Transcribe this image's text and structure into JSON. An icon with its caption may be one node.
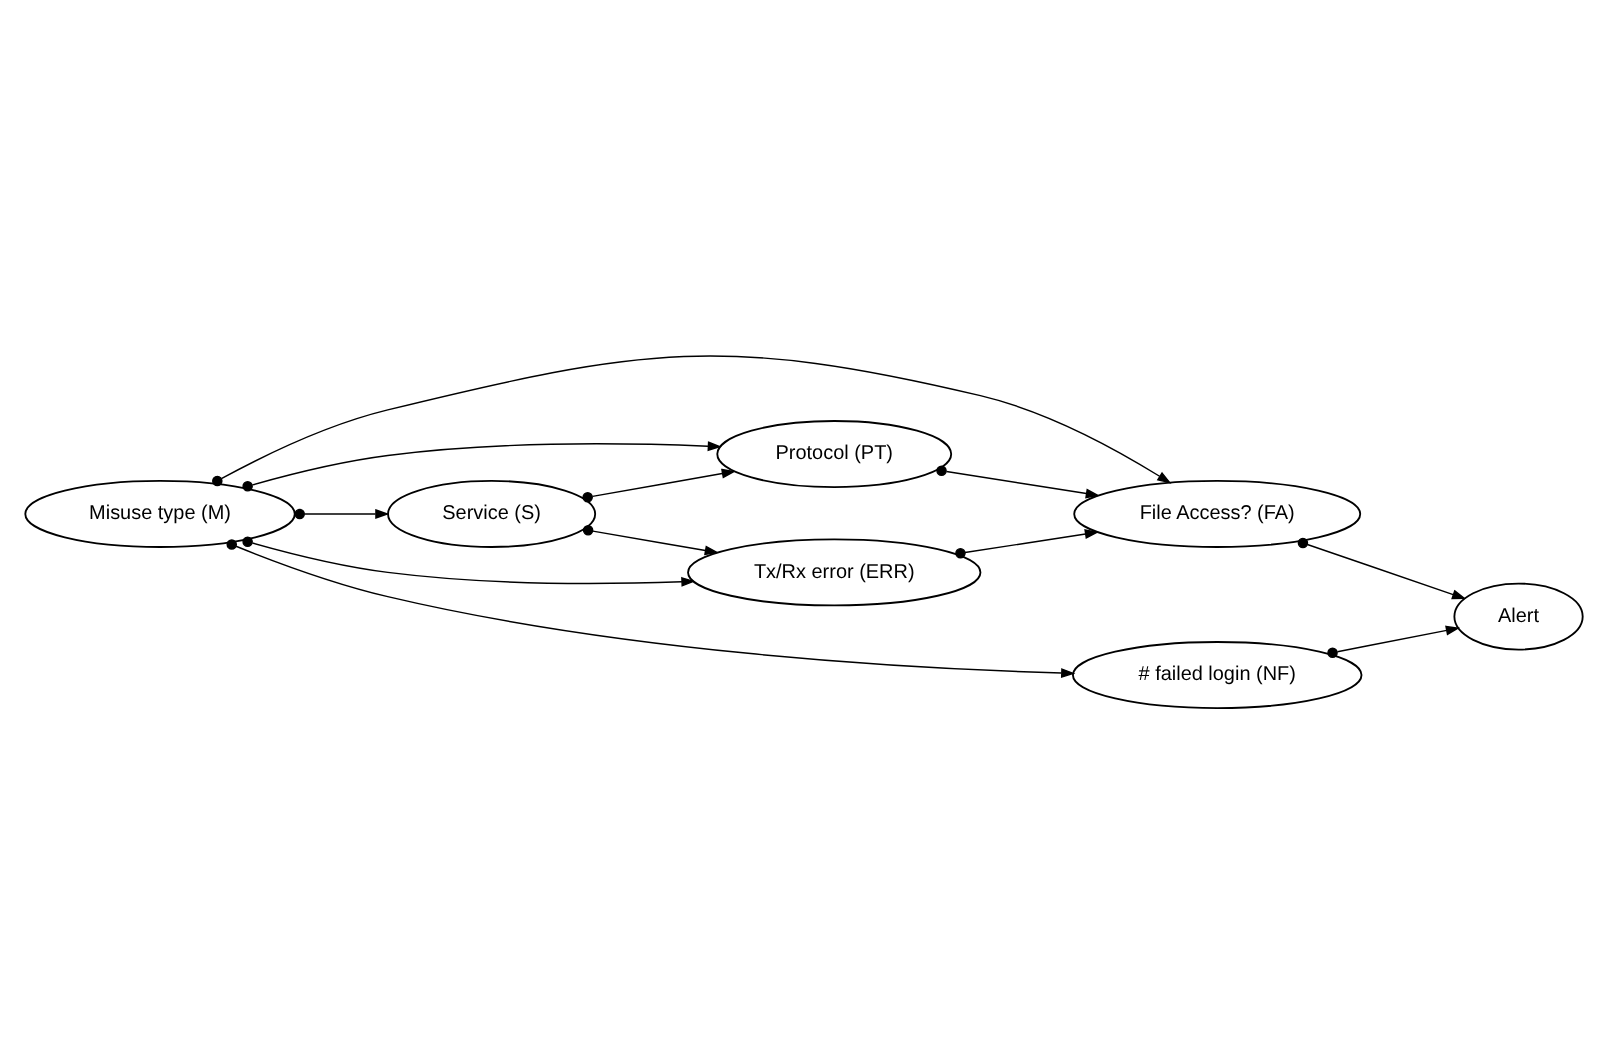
{
  "diagram": {
    "nodes": [
      {
        "text": [
          "Misuse type (M)"
        ]
      },
      {
        "text": [
          "File Access? (FA)"
        ]
      },
      {
        "text": [
          "Protocol (PT)"
        ]
      },
      {
        "text": [
          "Service (S)"
        ]
      },
      {
        "text": [
          "# failed login (NF)"
        ]
      },
      {
        "text": [
          "Alert"
        ]
      },
      {
        "text": [
          "Tx/Rx error (ERR)"
        ]
      }
    ],
    "edges": [
      {
        "from": 0,
        "to": 1,
        "arrow": "to"
      },
      {
        "from": 0,
        "to": 2,
        "arrow": "to"
      },
      {
        "from": 0,
        "to": 3,
        "arrow": "to"
      },
      {
        "from": 0,
        "to": 6,
        "arrow": "to"
      },
      {
        "from": 0,
        "to": 4,
        "arrow": "to"
      },
      {
        "from": 3,
        "to": 2,
        "arrow": "to"
      },
      {
        "from": 3,
        "to": 6,
        "arrow": "to"
      },
      {
        "from": 2,
        "to": 1,
        "arrow": "to"
      },
      {
        "from": 4,
        "to": 5,
        "arrow": "to"
      },
      {
        "from": 6,
        "to": 1,
        "arrow": "to"
      },
      {
        "from": 1,
        "to": 5,
        "arrow": "to"
      }
    ]
  }
}
